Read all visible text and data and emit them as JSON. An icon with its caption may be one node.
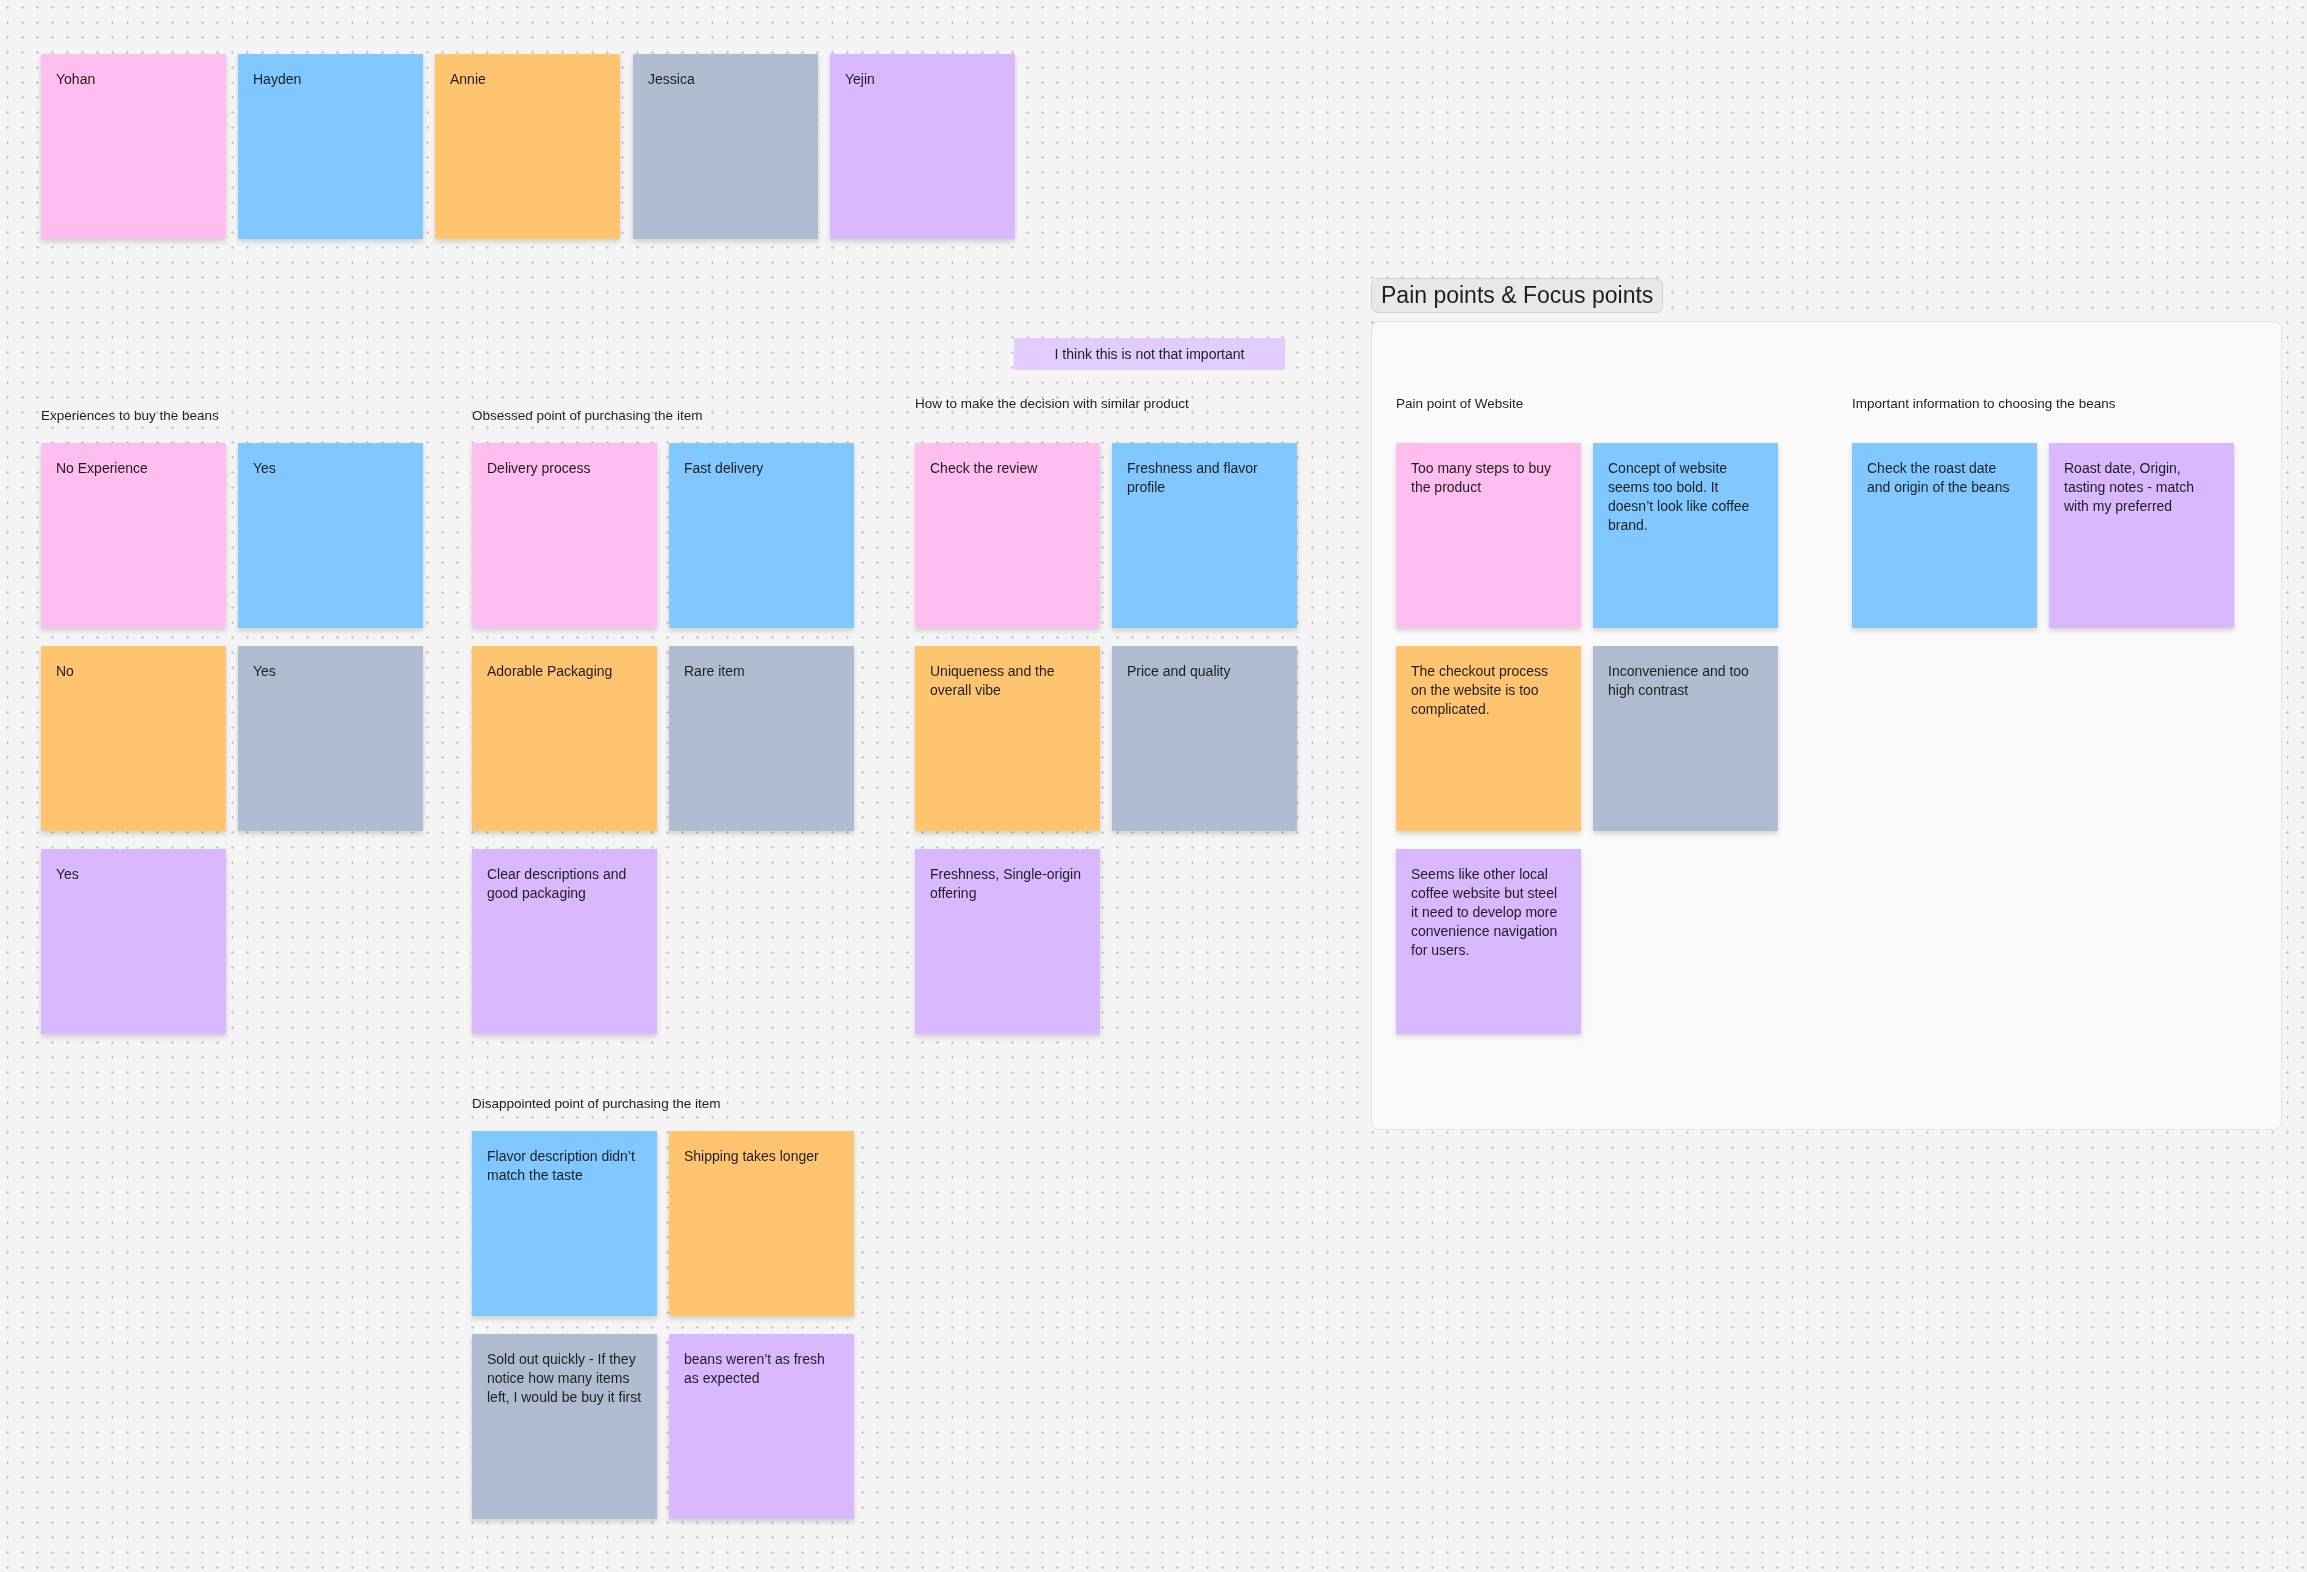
{
  "diagram": {
    "nodes": [
      {
        "text": [
          "Yohan"
        ]
      },
      {
        "text": [
          "Hayden"
        ]
      },
      {
        "text": [
          "Annie"
        ]
      },
      {
        "text": [
          "Jessica"
        ]
      },
      {
        "text": [
          "Yejin"
        ]
      },
      {
        "text": [
          "Pain points & Focus points"
        ]
      },
      {
        "text": [
          "I think this is not that important"
        ]
      },
      {
        "text": [
          "No Experience"
        ]
      },
      {
        "text": [
          "Yes"
        ]
      },
      {
        "text": [
          "No"
        ]
      },
      {
        "text": [
          "Yes"
        ]
      },
      {
        "text": [
          "Yes"
        ]
      },
      {
        "text": [
          "Delivery process"
        ]
      },
      {
        "text": [
          "Fast delivery"
        ]
      },
      {
        "text": [
          "Adorable Packaging"
        ]
      },
      {
        "text": [
          "Rare item"
        ]
      },
      {
        "text": [
          "Clear descriptions and good packaging"
        ]
      },
      {
        "text": [
          "Check the review"
        ]
      },
      {
        "text": [
          "Freshness and flavor profile"
        ]
      },
      {
        "text": [
          "Uniqueness and the overall vibe"
        ]
      },
      {
        "text": [
          "Price and quality"
        ]
      },
      {
        "text": [
          "Freshness, Single-origin offering"
        ]
      },
      {
        "text": [
          "Too many steps to buy the product"
        ],
        "in": 5
      },
      {
        "text": [
          "Concept of website seems too bold. It doesn’t look like coffee brand."
        ],
        "in": 5
      },
      {
        "text": [
          "The checkout process on the website is too complicated."
        ],
        "in": 5
      },
      {
        "text": [
          "Inconvenience and too high contrast"
        ],
        "in": 5
      },
      {
        "text": [
          "Seems like other local coffee website but steel it need to develop more convenience navigation for users."
        ],
        "in": 5
      },
      {
        "text": [
          "Check the roast date and origin of the beans"
        ],
        "in": 5
      },
      {
        "text": [
          "Roast date, Origin, tasting notes - match with my preferred"
        ],
        "in": 5
      },
      {
        "text": [
          "Flavor description didn’t match the taste"
        ]
      },
      {
        "text": [
          "Shipping takes longer"
        ]
      },
      {
        "text": [
          "Sold out quickly - If they notice how many items left, I would be buy it first"
        ]
      },
      {
        "text": [
          "beans weren’t as fresh as expected"
        ]
      }
    ],
    "edges": [],
    "labels": [
      "Pain point of Website",
      "Important information to choosing the beans",
      "How to make the decision with similar product",
      "Experiences to buy the beans",
      "Obsessed point of purchasing the item",
      "Disappointed point of purchasing the item"
    ]
  }
}
